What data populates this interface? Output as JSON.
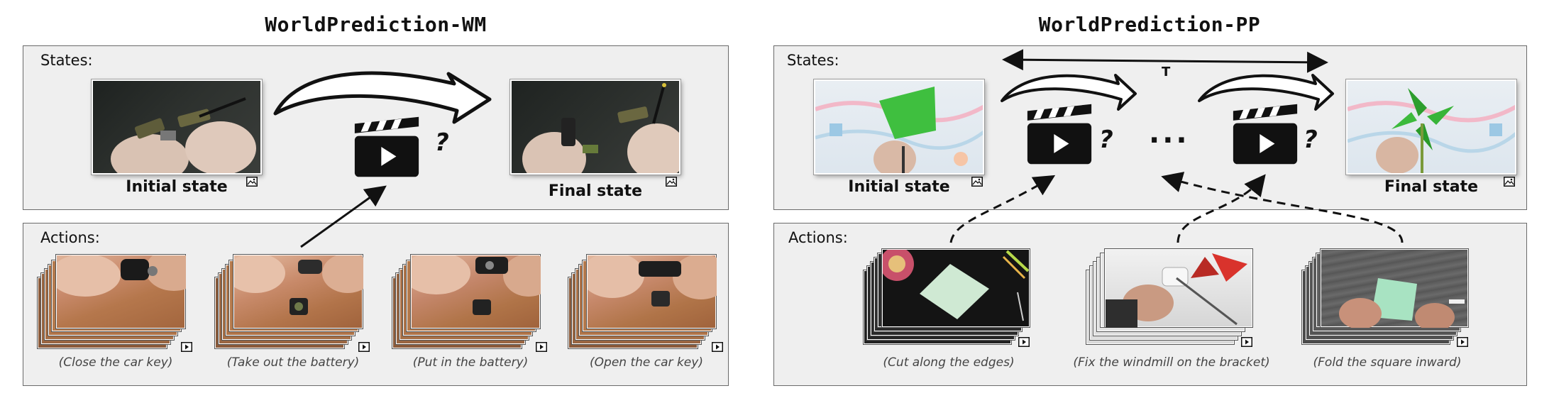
{
  "wm": {
    "title": "WorldPrediction-WM",
    "states_label": "States:",
    "actions_label": "Actions:",
    "initial_state": "Initial state",
    "final_state": "Final state",
    "question": "?",
    "actions": [
      "(Close the car key)",
      "(Take out the battery)",
      "(Put in the battery)",
      "(Open the car key)"
    ]
  },
  "pp": {
    "title": "WorldPrediction-PP",
    "states_label": "States:",
    "actions_label": "Actions:",
    "initial_state": "Initial state",
    "final_state": "Final state",
    "time_label": "T",
    "ellipsis": "...",
    "question": "?",
    "actions": [
      "(Cut along the edges)",
      "(Fix the windmill on the bracket)",
      "(Fold the square inward)"
    ]
  },
  "icons": [
    "clapperboard-play-icon",
    "image-icon",
    "video-icon"
  ]
}
